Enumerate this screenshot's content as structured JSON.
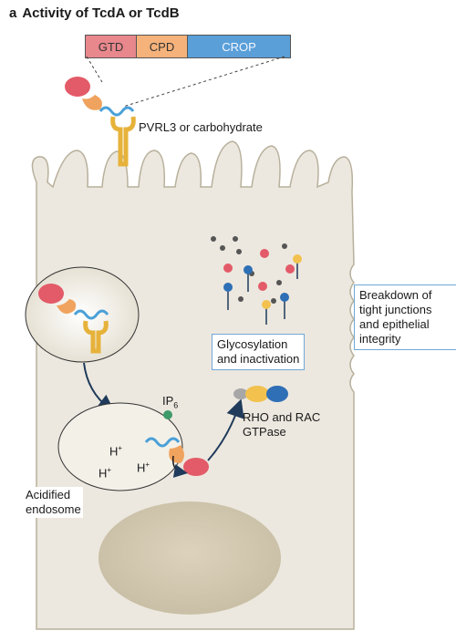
{
  "panel": {
    "letter": "a",
    "title": "Activity of TcdA or TcdB"
  },
  "domains": {
    "gtd": "GTD",
    "cpd": "CPD",
    "crop": "CROP"
  },
  "labels": {
    "receptor": "PVRL3 or carbohydrate",
    "glycosylation_line1": "Glycosylation",
    "glycosylation_line2": "and inactivation",
    "breakdown_line1": "Breakdown of",
    "breakdown_line2": "tight junctions",
    "breakdown_line3": "and epithelial",
    "breakdown_line4": "integrity",
    "ip6_main": "IP",
    "ip6_sub": "6",
    "rho_line1": "RHO and RAC",
    "rho_line2": "GTPase",
    "endosome_line1": "Acidified",
    "endosome_line2": "endosome",
    "proton": "H",
    "proton_sup": "+"
  },
  "colors": {
    "gtd": "#e8878c",
    "cpd": "#f5b27a",
    "crop": "#5a9fd8",
    "cell": "#ece8df",
    "receptor": "#f2c14e",
    "label_border": "#6fa8d6"
  }
}
